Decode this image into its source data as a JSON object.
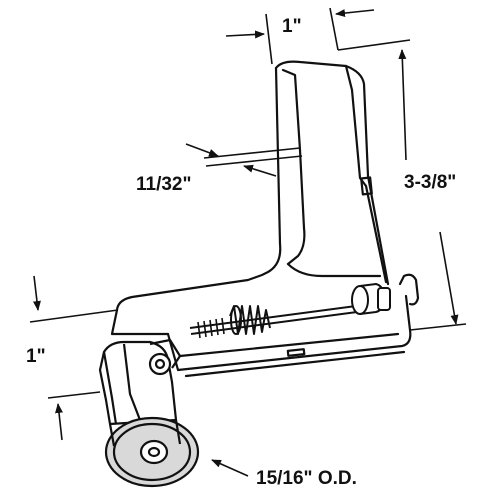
{
  "diagram": {
    "dimensions": {
      "top_width": "1\"",
      "thickness": "11/32\"",
      "height": "3-3/8\"",
      "side_height": "1\"",
      "wheel_diameter": "15/16\" O.D."
    }
  },
  "colors": {
    "line": "#111111",
    "background": "#ffffff",
    "wheel_fill": "#d9d9d9"
  }
}
